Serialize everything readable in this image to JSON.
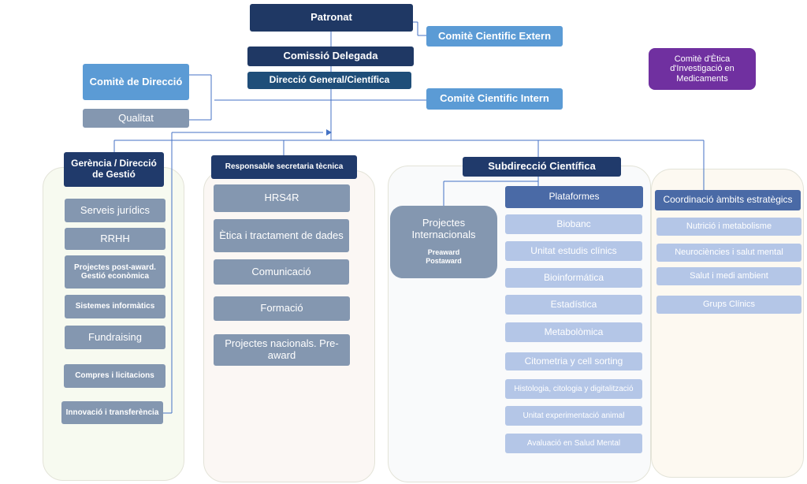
{
  "top": {
    "patronat": "Patronat",
    "comite_cientific_extern": "Comitè Cientific Extern",
    "comissio_delegada": "Comissió Delegada",
    "direccio_general": "Direcció General/Científica",
    "comite_cientific_intern": "Comitè Cientific Intern",
    "comite_direccio": "Comitè de Direcció",
    "qualitat": "Qualitat",
    "comite_etica": "Comitè d'Ètica d'Investigació en Medicaments"
  },
  "gerencia": {
    "title": "Gerència / Direcció de Gestió",
    "items": [
      "Serveis jurídics",
      "RRHH",
      "Projectes post-award. Gestió econòmica",
      "Sistemes informàtics",
      "Fundraising",
      "Compres i licitacions",
      "Innovació i transferència"
    ]
  },
  "secretaria": {
    "title": "Responsable secretaria tècnica",
    "items": [
      "HRS4R",
      "Ètica i tractament de dades",
      "Comunicació",
      "Formació",
      "Projectes nacionals. Pre-award"
    ]
  },
  "subdireccio": {
    "title": "Subdirecció Científica",
    "projectes": {
      "title": "Projectes Internacionals",
      "lines": [
        "Preaward",
        "Postaward"
      ]
    },
    "plataformes": {
      "title": "Plataformes",
      "items": [
        "Biobanc",
        "Unitat estudis clínics",
        "Bioinformática",
        "Estadística",
        "Metabolòmica",
        "Citometria y cell sorting",
        "Histologia, citologia y digitalització",
        "Unitat experimentació animal",
        "Avaluació en Salud Mental"
      ]
    }
  },
  "coordinacio": {
    "title": "Coordinació àmbits estratègics",
    "items": [
      "Nutrició i metabolisme",
      "Neurociències i salut mental",
      "Salut i medi ambient",
      "Grups Clínics"
    ]
  }
}
